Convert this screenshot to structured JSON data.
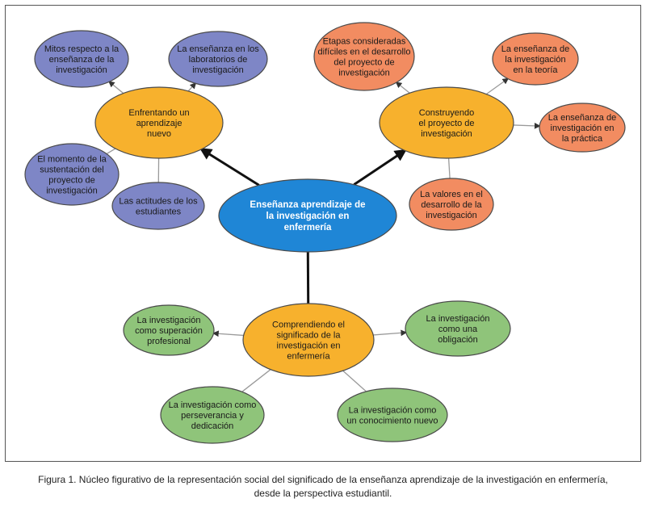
{
  "colors": {
    "center": "#1f86d6",
    "hub": "#f7b12d",
    "purple": "#7e86c6",
    "salmon": "#f28c61",
    "green": "#8fc47a",
    "outline": "#4a4a4a"
  },
  "center": {
    "lines": [
      "Enseñanza aprendizaje de",
      "la investigación en",
      "enfermería"
    ]
  },
  "hubs": [
    {
      "id": "hub-nuevo",
      "lines": [
        "Enfrentando un",
        "aprendizaje",
        "nuevo"
      ]
    },
    {
      "id": "hub-proyecto",
      "lines": [
        "Construyendo",
        "el proyecto de",
        "investigación"
      ]
    },
    {
      "id": "hub-significado",
      "lines": [
        "Comprendiendo el",
        "significado de la",
        "investigación en",
        "enfermería"
      ]
    }
  ],
  "leaves": [
    {
      "id": "leaf-mitos",
      "color": "purple",
      "lines": [
        "Mitos respecto a la",
        "enseñanza de la",
        "investigación"
      ]
    },
    {
      "id": "leaf-laboratorios",
      "color": "purple",
      "lines": [
        "La enseñanza en los",
        "laboratorios de",
        "investigación"
      ]
    },
    {
      "id": "leaf-sustentacion",
      "color": "purple",
      "lines": [
        "El momento de la",
        "sustentación del",
        "proyecto de",
        "investigación"
      ]
    },
    {
      "id": "leaf-actitudes",
      "color": "purple",
      "lines": [
        "Las actitudes de los",
        "estudiantes"
      ]
    },
    {
      "id": "leaf-etapas",
      "color": "salmon",
      "lines": [
        "Etapas consideradas",
        "difíciles en el desarrollo",
        "del proyecto de",
        "investigación"
      ]
    },
    {
      "id": "leaf-teoria",
      "color": "salmon",
      "lines": [
        "La enseñanza de",
        "la investigación",
        "en la teoría"
      ]
    },
    {
      "id": "leaf-practica",
      "color": "salmon",
      "lines": [
        "La enseñanza de",
        "investigación en",
        "la práctica"
      ]
    },
    {
      "id": "leaf-valores",
      "color": "salmon",
      "lines": [
        "La valores en el",
        "desarrollo de la",
        "investigación"
      ]
    },
    {
      "id": "leaf-superacion",
      "color": "green",
      "lines": [
        "La investigación",
        "como superación",
        "profesional"
      ]
    },
    {
      "id": "leaf-obligacion",
      "color": "green",
      "lines": [
        "La investigación",
        "como una",
        "obligación"
      ]
    },
    {
      "id": "leaf-perseverancia",
      "color": "green",
      "lines": [
        "La investigación como",
        "perseverancia y",
        "dedicación"
      ]
    },
    {
      "id": "leaf-conocimiento",
      "color": "green",
      "lines": [
        "La investigación como",
        "un conocimiento nuevo"
      ]
    }
  ],
  "caption": {
    "line1": "Figura 1. Núcleo figurativo de la representación social del significado de la enseñanza aprendizaje de la investigación en enfermería,",
    "line2": "desde la perspectiva estudiantil."
  }
}
